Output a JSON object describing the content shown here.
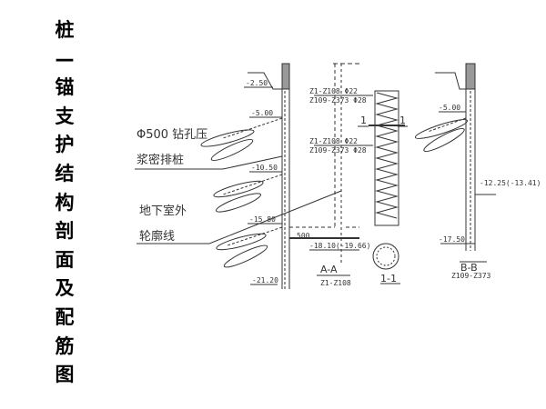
{
  "title_chars": [
    "桩",
    "—",
    "锚",
    "支",
    "护",
    "结",
    "构",
    "剖",
    "面",
    "及",
    "配",
    "筋",
    "图"
  ],
  "labels": {
    "el_250": "-2.50",
    "el_500": "-5.00",
    "pile_a": "Φ500 钻孔压",
    "pile_b": "浆密排桩",
    "el_1050": "-10.50",
    "outline_a": "地下室外",
    "outline_b": "轮廓线",
    "el_1580": "-15.80",
    "w500": "500",
    "el_1810": "-18.10(-19.66)",
    "el_2120": "-21.20",
    "aa": "A-A",
    "aa_sub": "Z1-Z108",
    "rebar1a": "Z1-Z108  Φ22",
    "rebar1b": "Z109-Z373 Φ28",
    "rebar2a": "Z1-Z108  Φ22",
    "rebar2b": "Z109-Z373 Φ28",
    "cut_l": "1",
    "cut_r": "1",
    "s11": "1-1",
    "bb": "B-B",
    "bb_sub": "Z109-Z373",
    "bb_500": "-5.00",
    "bb_1225": "-12.25(-13.41)",
    "bb_1750": "-17.50"
  }
}
